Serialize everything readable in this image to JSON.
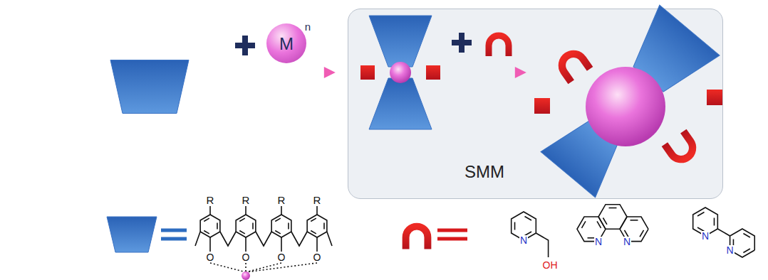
{
  "diagram": {
    "nodes": [
      {
        "text": [
          "M",
          "n"
        ]
      },
      {
        "text": [
          "SMM"
        ]
      }
    ],
    "labels": [
      "R",
      "R",
      "R",
      "R",
      "O",
      "O",
      "O",
      "O",
      "N",
      "OH",
      "N",
      "N",
      "N",
      "N"
    ]
  }
}
